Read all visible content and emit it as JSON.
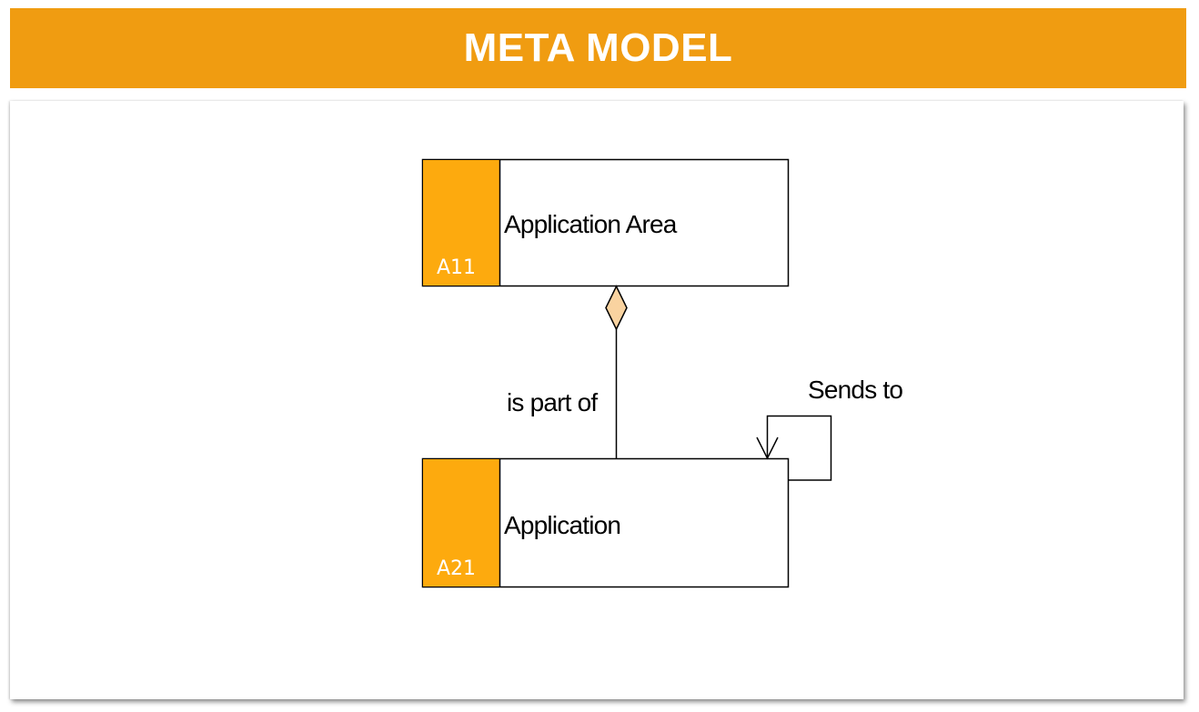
{
  "header": {
    "title": "META MODEL"
  },
  "diagram": {
    "nodes": [
      {
        "id": "application-area",
        "code": "A11",
        "label": "Application Area"
      },
      {
        "id": "application",
        "code": "A21",
        "label": "Application"
      }
    ],
    "edges": [
      {
        "from": "application",
        "to": "application-area",
        "label": "is part of",
        "type": "aggregation"
      },
      {
        "from": "application",
        "to": "application",
        "label": "Sends to",
        "type": "self-association"
      }
    ]
  },
  "colors": {
    "banner": "#F09C11",
    "node_tag": "#FDAA0E",
    "diamond": "#F9D3A0"
  }
}
